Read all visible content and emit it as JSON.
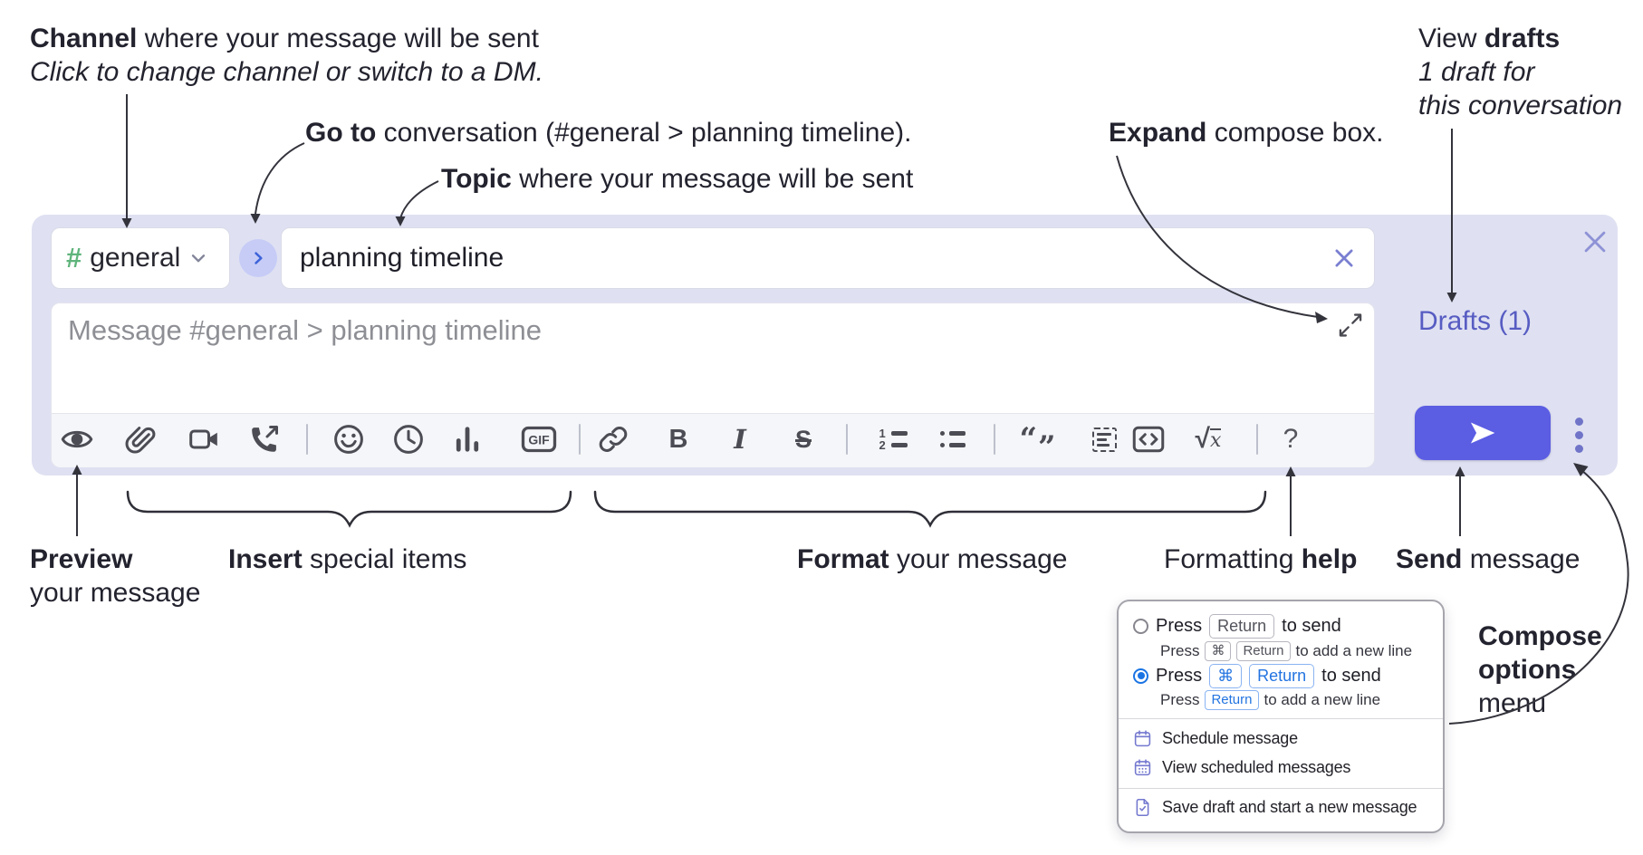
{
  "colors": {
    "panel_lavender": "#dfe1f2",
    "accent_indigo": "#5b5de3",
    "hash_green": "#5fb47c",
    "drafts_purple": "#575cc2",
    "key_blue": "#2374e1",
    "menu_icon_purple": "#7478cf",
    "toolbar_icon_gray": "#4c4c55"
  },
  "annotations": {
    "channel_line": {
      "bold": "Channel",
      "rest": " where your message will be sent"
    },
    "channel_sub": "Click to change channel or switch to a DM.",
    "goto": {
      "bold": "Go to",
      "rest": " conversation (#general > planning timeline)."
    },
    "topic": {
      "bold": "Topic",
      "rest": " where your message will be sent"
    },
    "expand": {
      "bold": "Expand",
      "rest": " compose box."
    },
    "view_drafts": {
      "pre": "View ",
      "bold": "drafts"
    },
    "view_drafts_sub1": "1 draft for",
    "view_drafts_sub2": "this conversation",
    "preview": {
      "bold": "Preview"
    },
    "preview_sub": "your message",
    "insert": {
      "bold": "Insert",
      "rest": " special items"
    },
    "format": {
      "bold": "Format",
      "rest": " your message"
    },
    "formatting_help": {
      "pre": "Formatting ",
      "bold": "help"
    },
    "send": {
      "bold": "Send",
      "rest": " message"
    },
    "compose_options": {
      "bold1": "Compose",
      "bold2": "options",
      "rest": "menu"
    }
  },
  "compose": {
    "channel": {
      "hash": "#",
      "name": "general"
    },
    "topic_value": "planning timeline",
    "message_placeholder": "Message #general > planning timeline",
    "drafts_link": "Drafts (1)"
  },
  "toolbar": {
    "gif": "GIF",
    "bold": "B",
    "italic": "I",
    "strike": "S",
    "ol_1": "1",
    "ol_2": "2",
    "quote_open": "“",
    "quote_close": "”",
    "sqrt": "√",
    "x": "x",
    "help": "?",
    "icons": [
      "preview-eye",
      "paperclip",
      "video-camera",
      "phone-call",
      "emoji-smiley",
      "clock",
      "poll-bar-chart",
      "gif",
      "link",
      "bold",
      "italic",
      "strikethrough",
      "ordered-list",
      "bulleted-list",
      "blockquote",
      "code-block",
      "code",
      "formula",
      "help"
    ]
  },
  "popup": {
    "option1": {
      "press": "Press",
      "key_return": "Return",
      "suffix": "to send"
    },
    "option1_sub": {
      "press": "Press",
      "key_cmd": "⌘",
      "key_return": "Return",
      "suffix": "to add a new line"
    },
    "option2": {
      "press": "Press",
      "key_cmd": "⌘",
      "key_return": "Return",
      "suffix": "to send"
    },
    "option2_sub": {
      "press": "Press",
      "key_return": "Return",
      "suffix": "to add a new line"
    },
    "items": [
      {
        "icon": "calendar-icon",
        "label": "Schedule message"
      },
      {
        "icon": "calendar-grid-icon",
        "label": "View scheduled messages"
      },
      {
        "icon": "save-draft-icon",
        "label": "Save draft and start a new message"
      }
    ]
  }
}
